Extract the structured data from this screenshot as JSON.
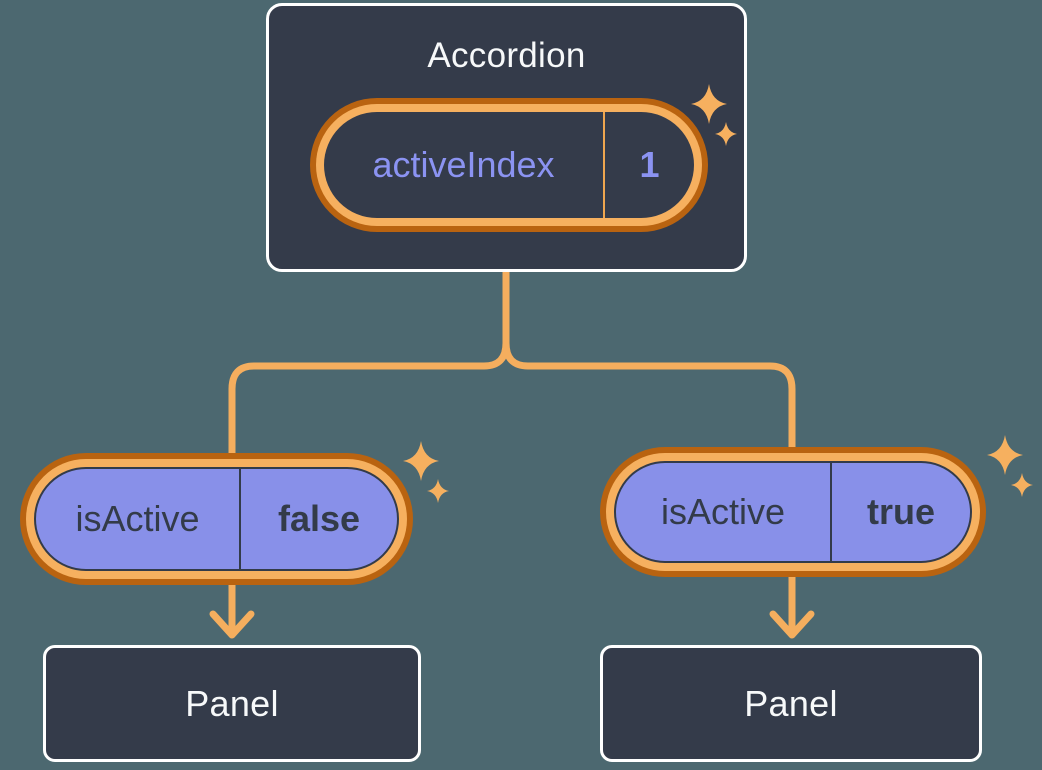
{
  "diagram": {
    "root": {
      "title": "Accordion",
      "pill": {
        "label": "activeIndex",
        "value": "1"
      }
    },
    "branches": [
      {
        "pill": {
          "label": "isActive",
          "value": "false"
        },
        "panel": {
          "label": "Panel"
        }
      },
      {
        "pill": {
          "label": "isActive",
          "value": "true"
        },
        "panel": {
          "label": "Panel"
        }
      }
    ],
    "colors": {
      "background": "#4C6870",
      "node_fill": "#343B4A",
      "node_border": "#FFFFFF",
      "pill_purple": "#8890E9",
      "pill_dark_text": "#333B49",
      "state_text_purple": "#8B93F2",
      "highlight_ring_outer": "#B96310",
      "highlight_ring_inner": "#F6B05F",
      "connector_amber": "#F5AE5E",
      "title_text": "#F7F9FA"
    }
  }
}
